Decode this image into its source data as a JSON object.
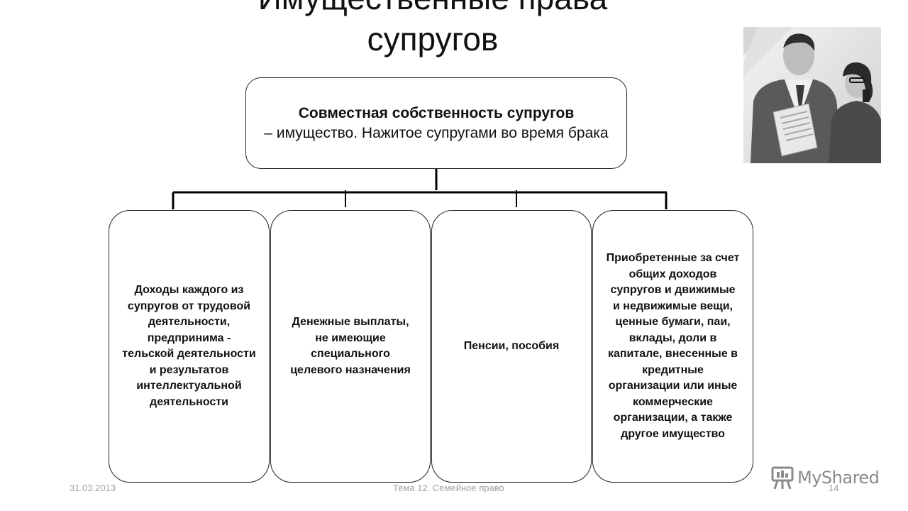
{
  "slide": {
    "title_line1": "Имущественные права",
    "title_line2": "супругов"
  },
  "top_box": {
    "bold": "Совместная собственность супругов",
    "rest": "– имущество. Нажитое супругами во время брака"
  },
  "categories": [
    "Доходы каждого из супругов от трудовой деятельности, предпринима - тельской деятельности и результатов интеллектуальной деятельности",
    "Денежные выплаты, не имеющие специального целевого назначения",
    "Пенсии, пособия",
    "Приобретенные за счет общих доходов супругов и движимые и недвижимые вещи, ценные бумаги, паи, вклады, доли в капитале, внесенные в кредитные организации или иные коммерческие организации, а также другое имущество"
  ],
  "footer": {
    "date": "31.03.2013",
    "topic": "Тема 12. Семейное право",
    "page": "14"
  },
  "watermark": {
    "text": "MyShared",
    "icon": "presentation-board-icon"
  },
  "photo": {
    "icon": "couple-photo"
  }
}
